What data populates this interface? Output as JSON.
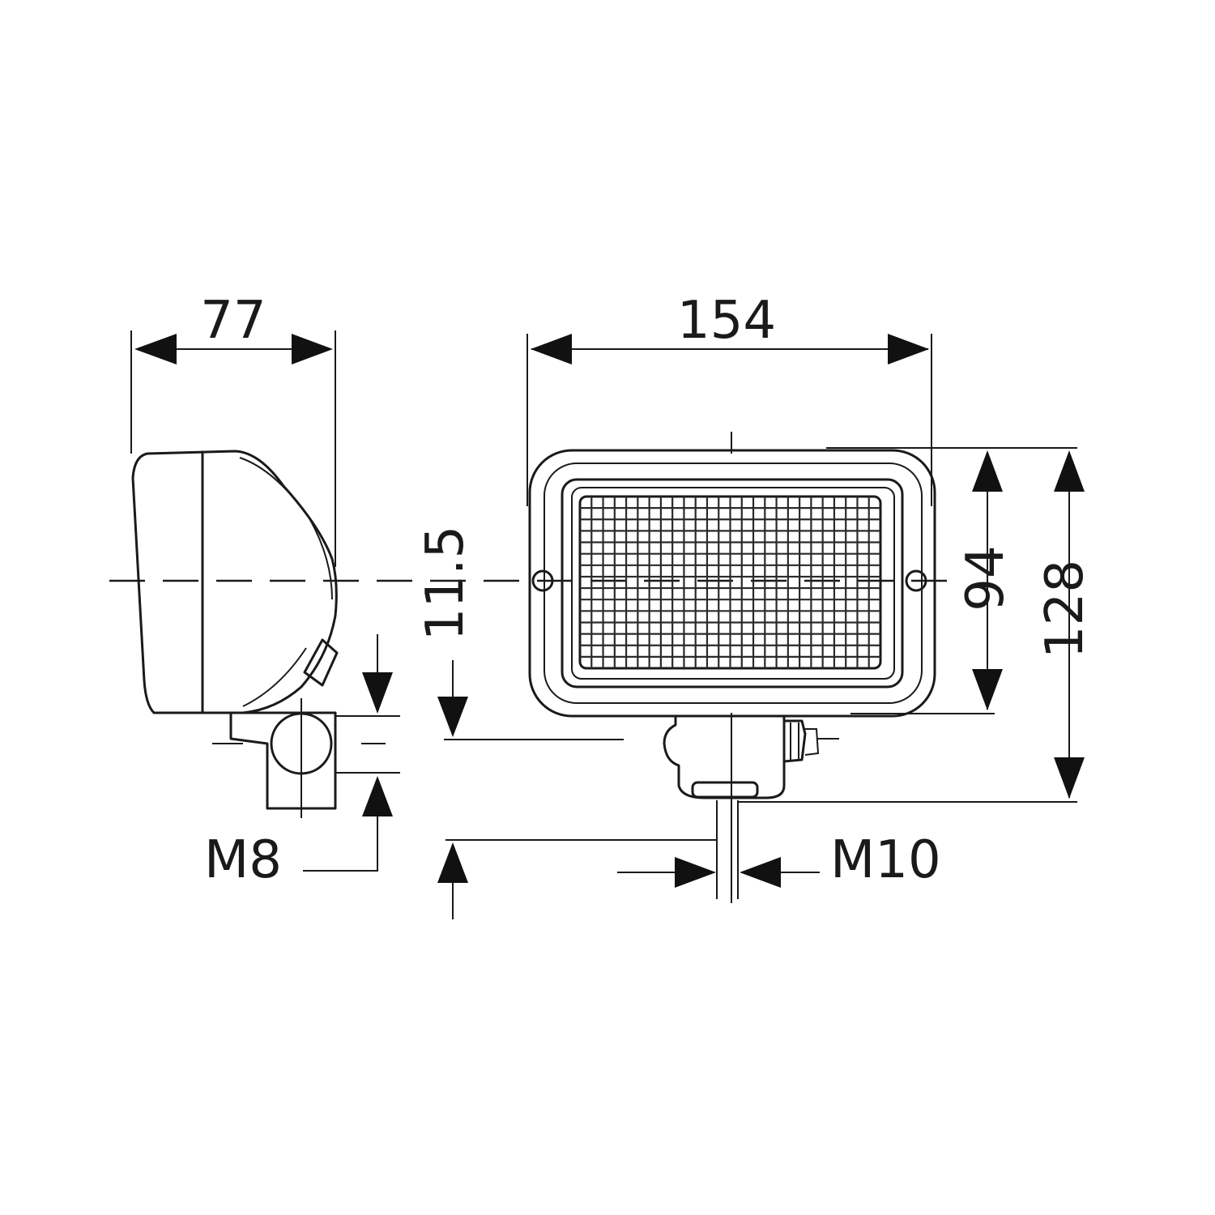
{
  "dimensions": {
    "depth": "77",
    "width": "154",
    "lens_height": "94",
    "total_height": "128",
    "mount_offset": "11.5",
    "bracket_thread": "M8",
    "cable_thread": "M10"
  },
  "colors": {
    "line": "#1a1a1a",
    "background": "#ffffff"
  }
}
